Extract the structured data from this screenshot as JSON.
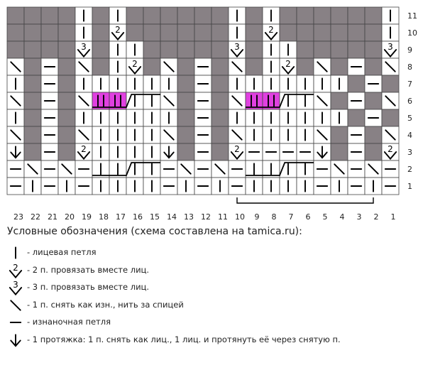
{
  "chart": {
    "col_labels": [
      "23",
      "22",
      "21",
      "20",
      "19",
      "18",
      "17",
      "16",
      "15",
      "14",
      "13",
      "12",
      "11",
      "10",
      "9",
      "8",
      "7",
      "6",
      "5",
      "4",
      "3",
      "2",
      "1"
    ],
    "row_labels": [
      "11",
      "10",
      "9",
      "8",
      "7",
      "6",
      "5",
      "4",
      "3",
      "2",
      "1"
    ],
    "rows_top_to_bottom": [
      "G G G G K G K G G G G G G K G K G G G G G G K",
      "G G G G K G T2 G G G G G G K G T2 G G G G G G K",
      "G G G G T3 G K K G G G G G T3 G K K G G G G G T3",
      "S G P G S G K T2 G S G P G S G K T2 G S G P G S",
      "K G P G K K K K K K G P G K K K K K K K G P G K",
      "S G P G S M M K K S G P G S M M K K S G P G S",
      "K G P G K K K K K K G P G K K K K K K K G P G K",
      "S G P G S K K K K S G P G S K K K K S G P G S",
      "A G P G T2 K K K K A G P G T2 P P P P A G P G T2",
      "P S P S P K K K K P S P S P K K K K P S P S P",
      "P K P K P K K K K P K P K P K K K K P K P K P"
    ],
    "colors": {
      "gray": "#888185",
      "magenta": "#e040e0",
      "white": "#ffffff",
      "grid": "#444444"
    }
  },
  "legend": {
    "title": "Условные обозначения (схема составлена на tamica.ru):",
    "items": [
      {
        "icon": "knit-stitch-icon",
        "text": "- лицевая петля"
      },
      {
        "icon": "k2tog-icon",
        "text": "- 2 п. провязать вместе лиц."
      },
      {
        "icon": "k3tog-icon",
        "text": "- 3 п. провязать вместе лиц."
      },
      {
        "icon": "slip-wyib-icon",
        "text": "- 1 п. снять как изн., нить за спицей"
      },
      {
        "icon": "purl-stitch-icon",
        "text": "- изнаночная петля"
      },
      {
        "icon": "psso-icon",
        "text": "- 1 протяжка: 1 п. снять как лиц., 1 лиц. и протянуть её через снятую п."
      }
    ]
  }
}
